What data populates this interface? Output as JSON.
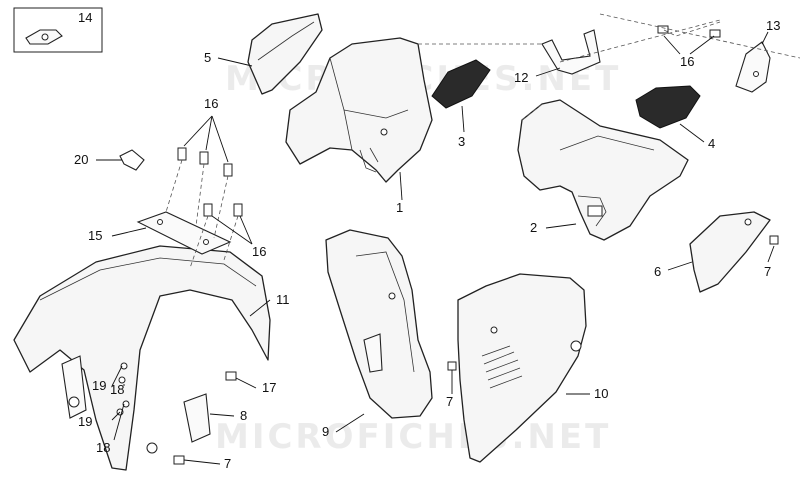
{
  "watermarks": [
    "MICROFICHES.NET",
    "MICROFICHES.NET"
  ],
  "callouts": {
    "c1": "1",
    "c2": "2",
    "c3": "3",
    "c4": "4",
    "c5": "5",
    "c6": "6",
    "c7a": "7",
    "c7b": "7",
    "c7c": "7",
    "c8": "8",
    "c9": "9",
    "c10": "10",
    "c11": "11",
    "c12": "12",
    "c13": "13",
    "c14": "14",
    "c15": "15",
    "c16a": "16",
    "c16b": "16",
    "c16c": "16",
    "c17": "17",
    "c18a": "18",
    "c18b": "18",
    "c19a": "19",
    "c19b": "19",
    "c20": "20"
  }
}
